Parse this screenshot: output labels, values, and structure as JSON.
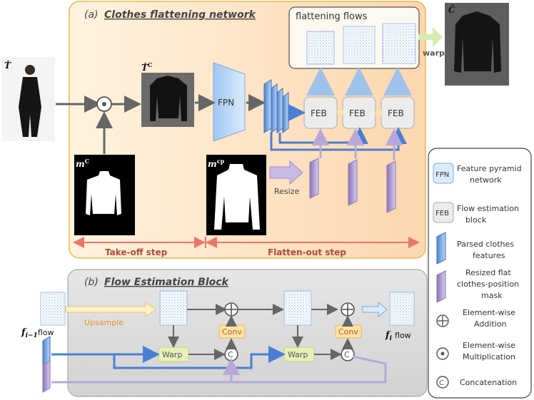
{
  "panel_a": {
    "title_prefix": "(a)",
    "title": "Clothes flattening network",
    "flows_title": "flattening flows",
    "step_takeoff": "Take-off step",
    "step_flatten": "Flatten-out step",
    "fpn_label": "FPN",
    "feb_label": "FEB",
    "resize_label": "Resize",
    "warp_label": "warp",
    "input_label": "T̂",
    "takeoff_label": "T̂",
    "takeoff_sup": "C",
    "mask_c_label": "m",
    "mask_c_sup": "C",
    "mask_cp_label": "m",
    "mask_cp_sup": "cp",
    "output_label": "Ĉ"
  },
  "panel_b": {
    "title_prefix": "(b)",
    "title": "Flow Estimation Block",
    "upsample_label": "Upsample",
    "conv_label": "Conv",
    "warp_label": "Warp",
    "f_prev": "f",
    "f_prev_sub": "i−1",
    "f_prev_suffix": "flow",
    "f_next": "f",
    "f_next_sub": "i",
    "f_next_suffix": "flow"
  },
  "legend": {
    "fpn_badge": "FPN",
    "fpn_line1": "Feature pyramid",
    "fpn_line2": "network",
    "feb_badge": "FEB",
    "feb_line1": "Flow estimation",
    "feb_line2": "block",
    "parsed_line1": "Parsed clothes",
    "parsed_line2": "features",
    "mask_line1": "Resized flat",
    "mask_line2": "clothes-position",
    "mask_line3": "mask",
    "add_line1": "Element-wise",
    "add_line2": "Addition",
    "mul_line1": "Element-wise",
    "mul_line2": "Multiplication",
    "concat_line1": "Concatenation"
  },
  "colors": {
    "panel_a_bg": "#fde6c8",
    "panel_a_border": "#e8b84a",
    "panel_b_bg": "#dcdcdc",
    "step_arrow": "#e8776a",
    "step_text": "#b04b3a",
    "blue_arrow": "#4a7fd4",
    "lilac_arrow": "#b7a8d9",
    "green_arrow": "#d6ebb0",
    "feb_fill": "#ececec",
    "conv_fill": "#fbe3a6",
    "warp_fill": "#e6f0b8",
    "upsample_text": "#e8902a"
  }
}
